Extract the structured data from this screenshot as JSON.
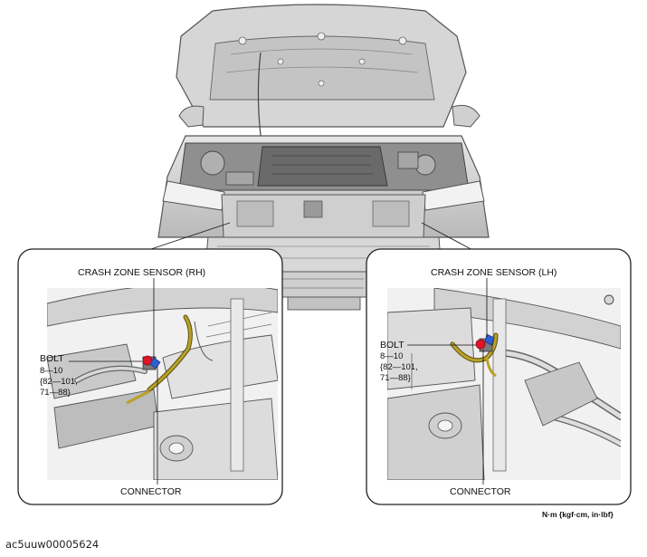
{
  "right_inset": {
    "sensor_label": "CRASH ZONE SENSOR (RH)",
    "bolt_label": "BOLT",
    "torque_lines": [
      "8—10",
      "{82—101,",
      "71—88}"
    ],
    "connector_label": "CONNECTOR"
  },
  "left_inset": {
    "sensor_label": "CRASH ZONE SENSOR (LH)",
    "bolt_label": "BOLT",
    "torque_lines": [
      "8—10",
      "{82—101,",
      "71—88}"
    ],
    "connector_label": "CONNECTOR"
  },
  "unit_note": "N·m {kgf·cm, in·lbf}",
  "figure_id": "ac5uuw00005624",
  "colors": {
    "sensor": "#e0152a",
    "connector": "#2f5fd0",
    "harness": "#b8a22a"
  }
}
